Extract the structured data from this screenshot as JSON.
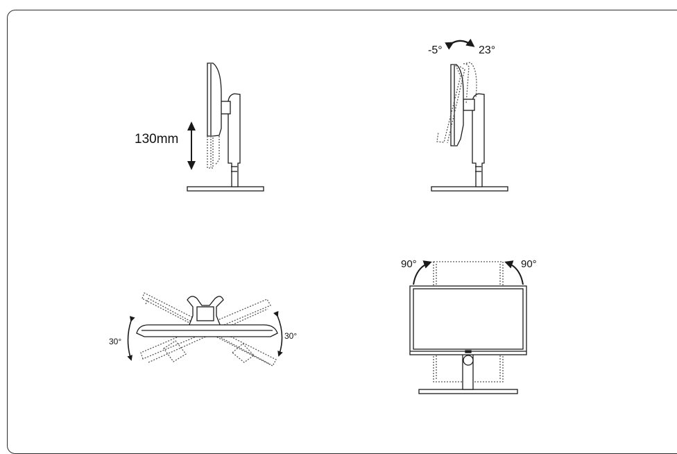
{
  "panels": {
    "height_adjust": {
      "travel_label": "130mm"
    },
    "tilt": {
      "forward_label": "-5°",
      "backward_label": "23°"
    },
    "swivel": {
      "left_label": "30°",
      "right_label": "30°"
    },
    "pivot": {
      "left_label": "90°",
      "right_label": "90°"
    }
  },
  "colors": {
    "line": "#1a1a1a",
    "dashed": "#555555",
    "frame": "#2a2a2a"
  }
}
